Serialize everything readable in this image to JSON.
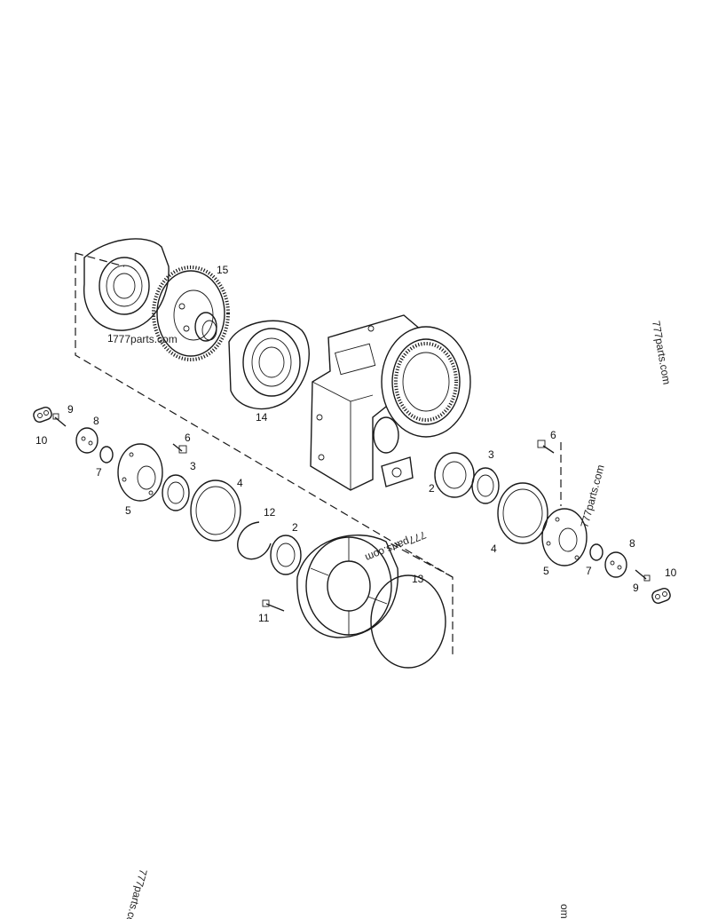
{
  "callouts": {
    "c1": "1",
    "c2a": "2",
    "c2b": "2",
    "c3a": "3",
    "c3b": "3",
    "c4a": "4",
    "c4b": "4",
    "c5a": "5",
    "c5b": "5",
    "c6a": "6",
    "c6b": "6",
    "c7a": "7",
    "c7b": "7",
    "c8a": "8",
    "c8b": "8",
    "c9a": "9",
    "c9b": "9",
    "c10a": "10",
    "c10b": "10",
    "c11": "11",
    "c12": "12",
    "c13": "13",
    "c14": "14",
    "c15": "15"
  },
  "watermarks": {
    "w1": "777parts.com",
    "w2": "777parts.com",
    "w3": "777parts.com",
    "w4": "777parts.com",
    "w5": "777parts.co",
    "w6": "om"
  }
}
